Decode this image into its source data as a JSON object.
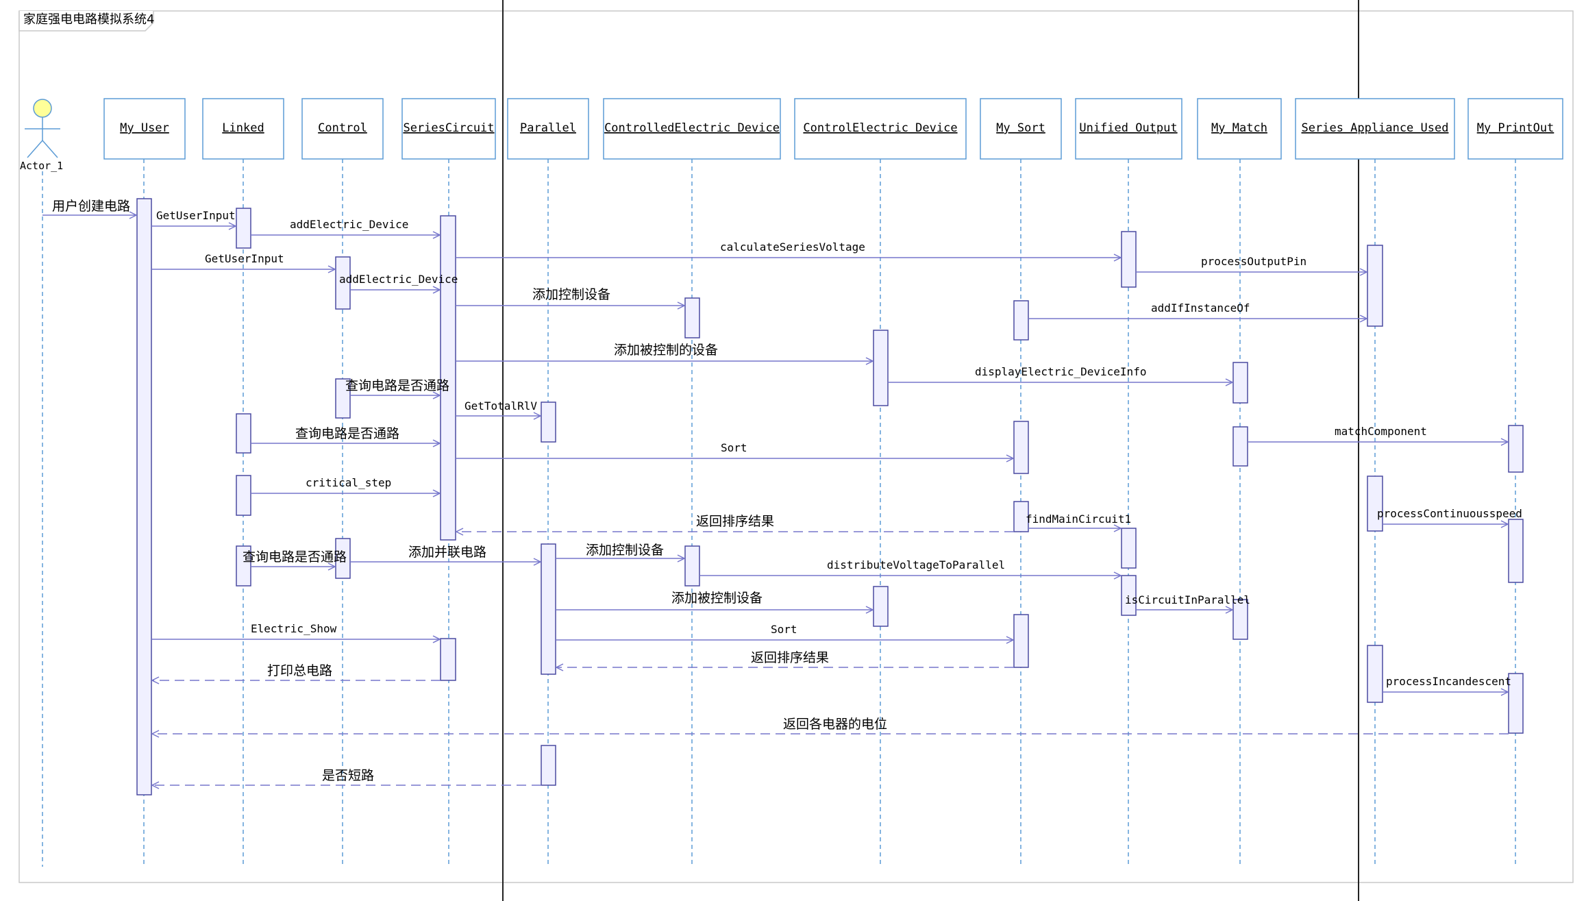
{
  "frame": {
    "title": "家庭强电电路模拟系统4"
  },
  "actor": {
    "label": "Actor_1"
  },
  "objects": [
    "My User",
    "Linked",
    "Control",
    "SeriesCircuit",
    "Parallel",
    "ControlledElectric Device",
    "ControlElectric Device",
    "My Sort",
    "Unified Output",
    "My Match",
    "Series Appliance Used",
    "My PrintOut"
  ],
  "messages": [
    {
      "label": "用户创建电路",
      "from": "Actor_1",
      "to": "My User",
      "kind": "call"
    },
    {
      "label": "GetUserInput",
      "from": "My User",
      "to": "Linked",
      "kind": "call"
    },
    {
      "label": "addElectric_Device",
      "from": "Linked",
      "to": "SeriesCircuit",
      "kind": "call"
    },
    {
      "label": "calculateSeriesVoltage",
      "from": "SeriesCircuit",
      "to": "Unified Output",
      "kind": "call"
    },
    {
      "label": "GetUserInput",
      "from": "My User",
      "to": "Control",
      "kind": "call"
    },
    {
      "label": "processOutputPin",
      "from": "Unified Output",
      "to": "Series Appliance Used",
      "kind": "call"
    },
    {
      "label": "addElectric_Device",
      "from": "Control",
      "to": "SeriesCircuit",
      "kind": "call"
    },
    {
      "label": "添加控制设备",
      "from": "SeriesCircuit",
      "to": "ControlledElectric Device",
      "kind": "call"
    },
    {
      "label": "addIfInstanceOf",
      "from": "My Sort",
      "to": "Series Appliance Used",
      "kind": "call"
    },
    {
      "label": "添加被控制的设备",
      "from": "SeriesCircuit",
      "to": "ControlElectric Device",
      "kind": "call"
    },
    {
      "label": "displayElectric_DeviceInfo",
      "from": "ControlElectric Device",
      "to": "My Match",
      "kind": "call"
    },
    {
      "label": "查询电路是否通路",
      "from": "Control",
      "to": "SeriesCircuit",
      "kind": "call"
    },
    {
      "label": "GetTotalRlV",
      "from": "SeriesCircuit",
      "to": "Parallel",
      "kind": "call"
    },
    {
      "label": "查询电路是否通路",
      "from": "Linked",
      "to": "SeriesCircuit",
      "kind": "call"
    },
    {
      "label": "matchComponent",
      "from": "My Match",
      "to": "My PrintOut",
      "kind": "call"
    },
    {
      "label": "Sort",
      "from": "SeriesCircuit",
      "to": "My Sort",
      "kind": "call"
    },
    {
      "label": "critical_step",
      "from": "Linked",
      "to": "SeriesCircuit",
      "kind": "call"
    },
    {
      "label": "processContinuousspeed",
      "from": "Series Appliance Used",
      "to": "My PrintOut",
      "kind": "call"
    },
    {
      "label": "返回排序结果",
      "from": "My Sort",
      "to": "SeriesCircuit",
      "kind": "return"
    },
    {
      "label": "findMainCircuit1",
      "from": "My Sort",
      "to": "Unified Output",
      "kind": "call"
    },
    {
      "label": "添加并联电路",
      "from": "Control",
      "to": "Parallel",
      "kind": "call"
    },
    {
      "label": "添加控制设备",
      "from": "Parallel",
      "to": "ControlledElectric Device",
      "kind": "call"
    },
    {
      "label": "查询电路是否通路",
      "from": "Linked",
      "to": "Control",
      "kind": "call"
    },
    {
      "label": "distributeVoltageToParallel",
      "from": "ControlledElectric Device",
      "to": "Unified Output",
      "kind": "call"
    },
    {
      "label": "添加被控制设备",
      "from": "Parallel",
      "to": "ControlElectric Device",
      "kind": "call"
    },
    {
      "label": "isCircuitInParallel",
      "from": "Unified Output",
      "to": "My Match",
      "kind": "call"
    },
    {
      "label": "Electric_Show",
      "from": "My User",
      "to": "SeriesCircuit",
      "kind": "call"
    },
    {
      "label": "Sort",
      "from": "Parallel",
      "to": "My Sort",
      "kind": "call"
    },
    {
      "label": "返回排序结果",
      "from": "My Sort",
      "to": "Parallel",
      "kind": "return"
    },
    {
      "label": "打印总电路",
      "from": "SeriesCircuit",
      "to": "My User",
      "kind": "return"
    },
    {
      "label": "processIncandescent",
      "from": "Series Appliance Used",
      "to": "My PrintOut",
      "kind": "call"
    },
    {
      "label": "返回各电器的电位",
      "from": "My PrintOut",
      "to": "My User",
      "kind": "return"
    },
    {
      "label": "是否短路",
      "from": "Parallel",
      "to": "My User",
      "kind": "return"
    }
  ],
  "colors": {
    "line": "#7777cc",
    "box_fill": "#ffffff",
    "box_border": "#5b9bd5",
    "lifeline": "#5b9bd5",
    "activation_fill": "#f0f0ff",
    "activation_border": "#4a4aa0",
    "actor_head": "#ffff99",
    "frame_border": "#c8c8c8"
  }
}
